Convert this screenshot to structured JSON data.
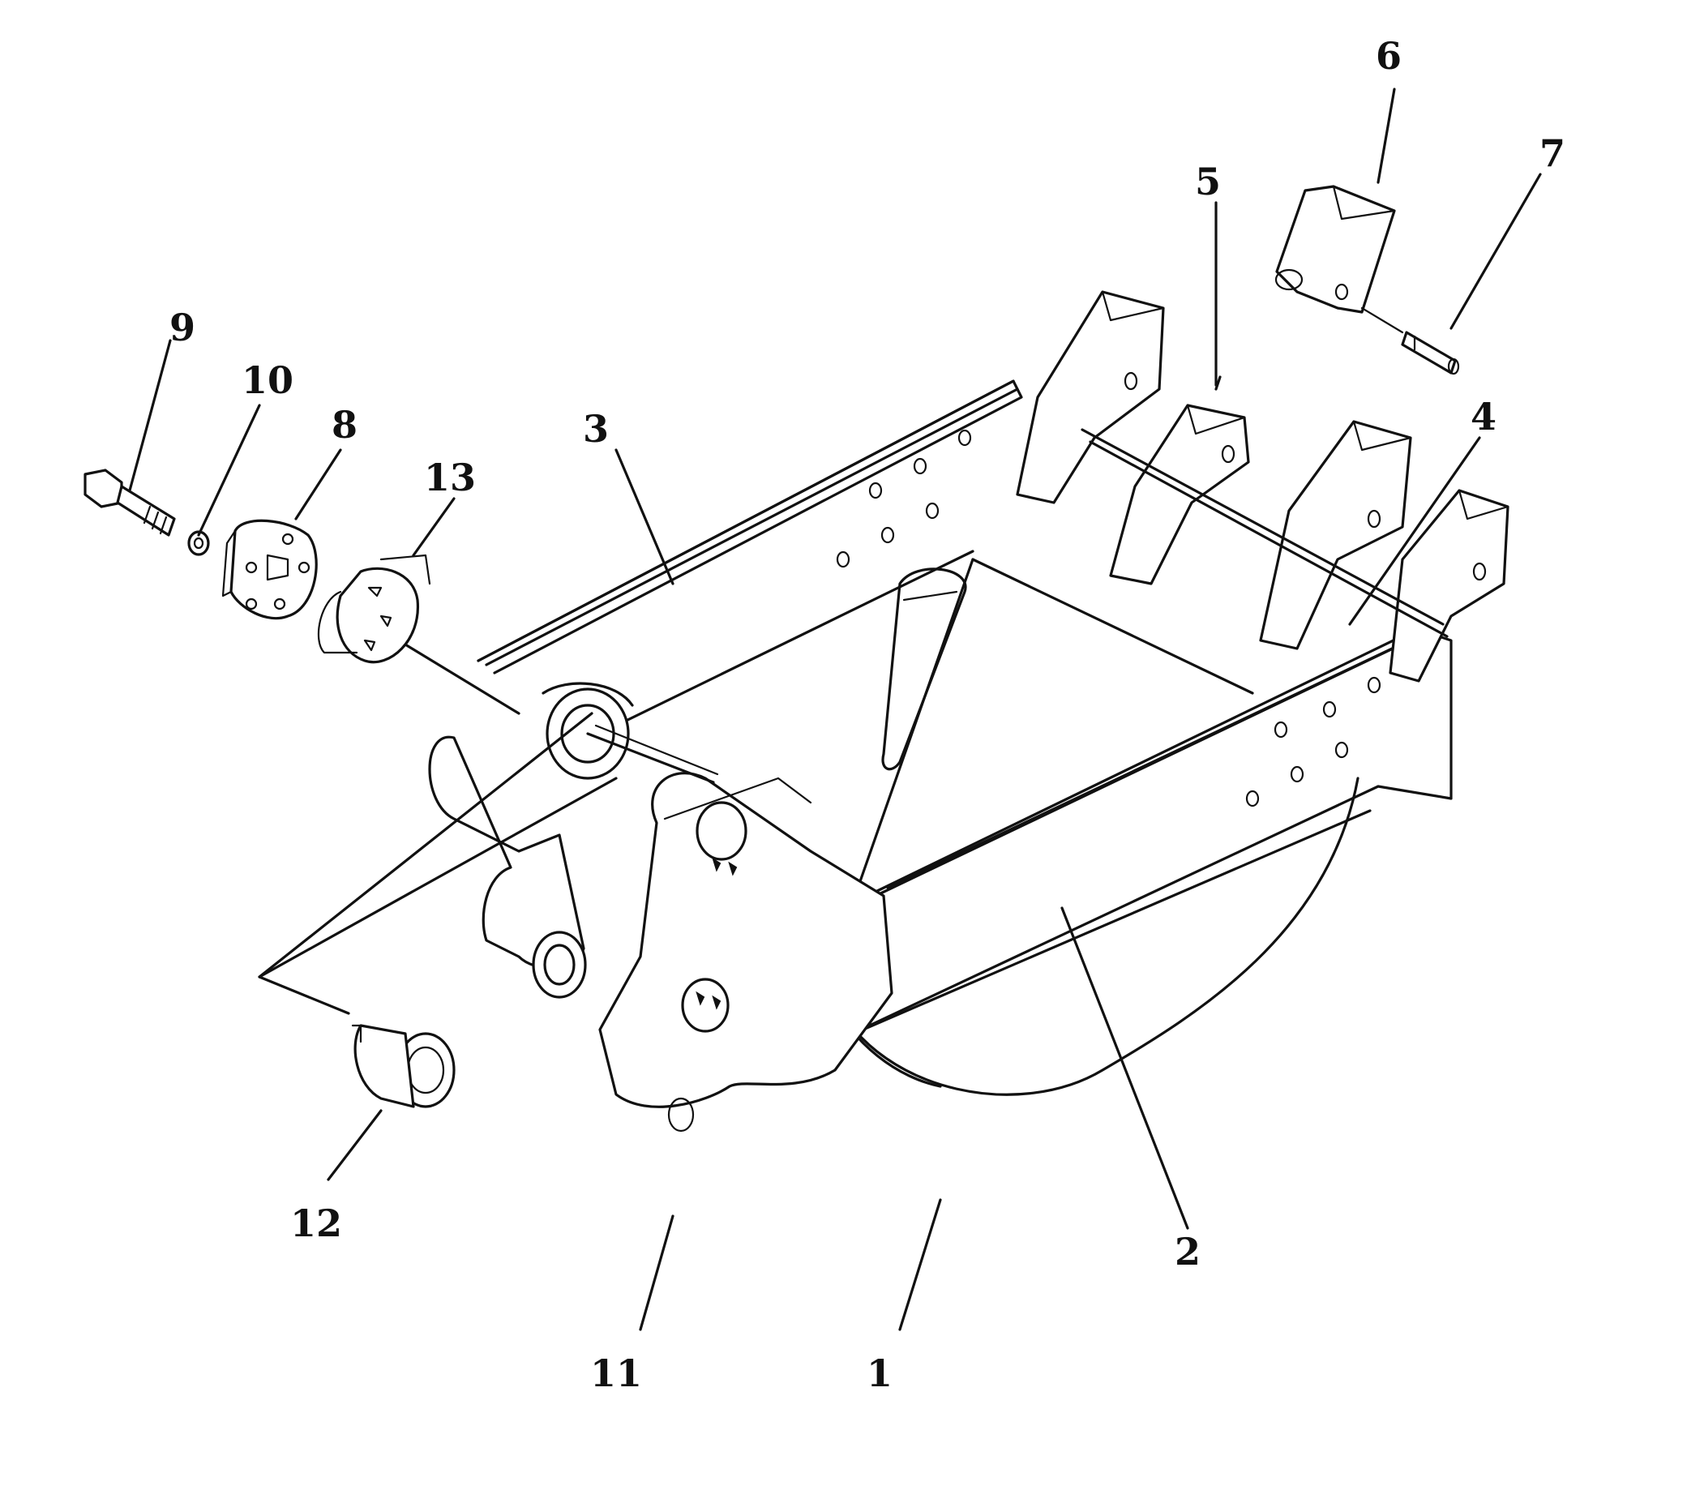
{
  "figure": {
    "type": "exploded parts diagram",
    "subject": "excavator bucket assembly"
  },
  "callouts": [
    {
      "id": "c1",
      "label": "1"
    },
    {
      "id": "c2",
      "label": "2"
    },
    {
      "id": "c3",
      "label": "3"
    },
    {
      "id": "c4",
      "label": "4"
    },
    {
      "id": "c5",
      "label": "5"
    },
    {
      "id": "c6",
      "label": "6"
    },
    {
      "id": "c7",
      "label": "7"
    },
    {
      "id": "c8",
      "label": "8"
    },
    {
      "id": "c9",
      "label": "9"
    },
    {
      "id": "c10",
      "label": "10"
    },
    {
      "id": "c11",
      "label": "11"
    },
    {
      "id": "c12",
      "label": "12"
    },
    {
      "id": "c13",
      "label": "13"
    }
  ]
}
